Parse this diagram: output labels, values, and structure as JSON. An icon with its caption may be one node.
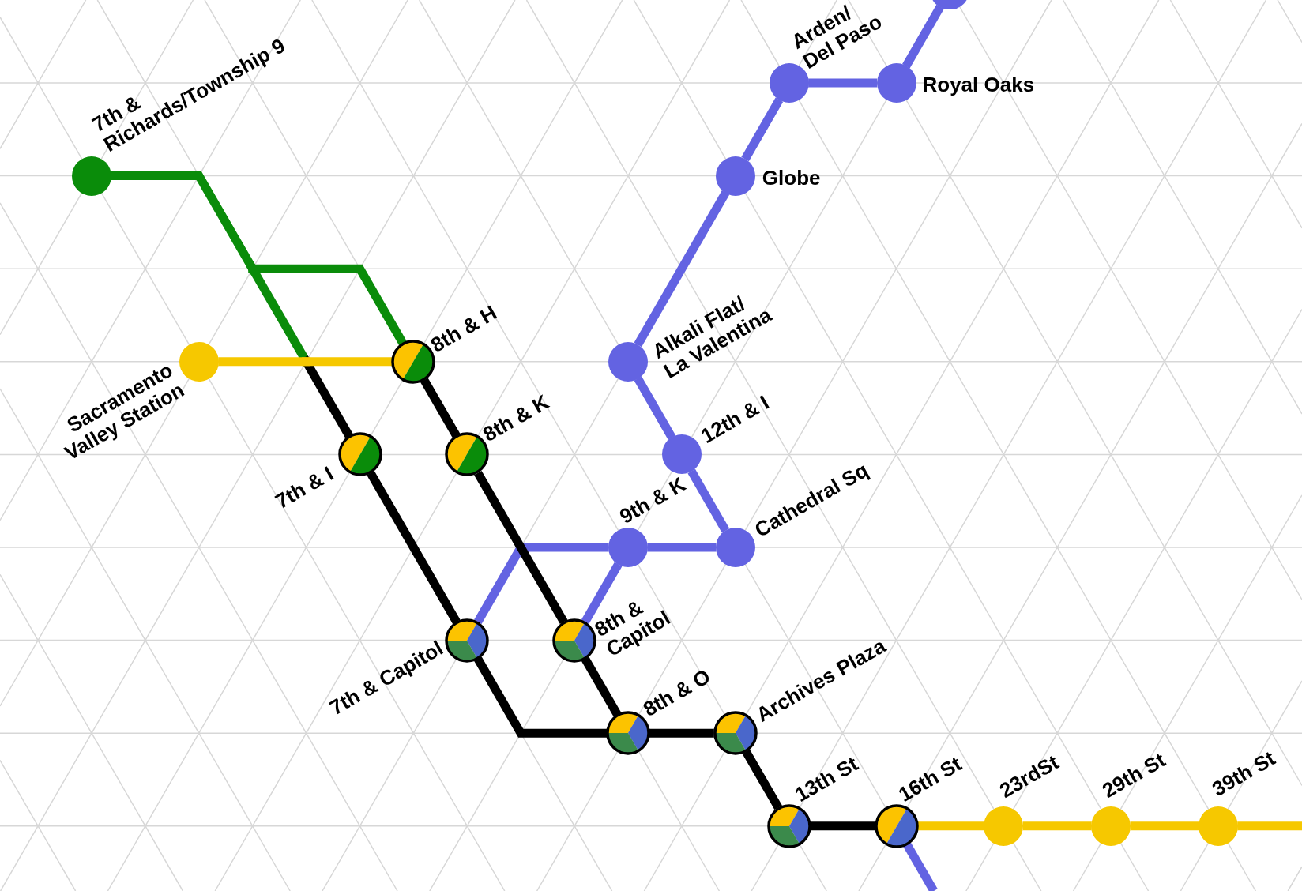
{
  "diagram": {
    "nodes": [
      {
        "text": [],
        "shape": "circle"
      },
      {
        "text": [],
        "shape": "circle",
        "beside": [
          "Arden/ Del Paso"
        ]
      },
      {
        "text": [],
        "shape": "circle",
        "beside": [
          "Royal Oaks"
        ]
      },
      {
        "text": [],
        "shape": "circle",
        "beside": [
          "7th & Richards/Township 9"
        ]
      },
      {
        "text": [],
        "shape": "circle",
        "beside": [
          "Globe"
        ]
      },
      {
        "text": [],
        "shape": "circle",
        "beside": [
          "Sacramento Valley Station"
        ]
      },
      {
        "text": [],
        "shape": "circle",
        "beside": [
          "8th & H"
        ]
      },
      {
        "text": [],
        "shape": "circle",
        "beside": [
          "Alkali Flat/ La Valentina"
        ]
      },
      {
        "text": [],
        "shape": "circle",
        "beside": [
          "7th & I"
        ]
      },
      {
        "text": [],
        "shape": "circle",
        "beside": [
          "8th & K"
        ]
      },
      {
        "text": [],
        "shape": "circle",
        "beside": [
          "12th & I"
        ]
      },
      {
        "text": [],
        "shape": "circle",
        "beside": [
          "9th & K"
        ]
      },
      {
        "text": [],
        "shape": "circle",
        "beside": [
          "Cathedral Sq"
        ]
      },
      {
        "text": [],
        "shape": "circle",
        "beside": [
          "7th & Capitol"
        ]
      },
      {
        "text": [],
        "shape": "circle",
        "beside": [
          "8th & Capitol"
        ]
      },
      {
        "text": [],
        "shape": "circle",
        "beside": [
          "8th & O"
        ]
      },
      {
        "text": [],
        "shape": "circle",
        "beside": [
          "Archives Plaza"
        ]
      },
      {
        "text": [],
        "shape": "circle",
        "beside": [
          "13th St"
        ]
      },
      {
        "text": [],
        "shape": "circle",
        "beside": [
          "16th St"
        ]
      },
      {
        "text": [],
        "shape": "circle",
        "beside": [
          "23rdSt"
        ]
      },
      {
        "text": [],
        "shape": "circle",
        "beside": [
          "29th St"
        ]
      },
      {
        "text": [],
        "shape": "circle",
        "beside": [
          "39th St"
        ]
      }
    ],
    "edges": [
      {
        "from": 0,
        "to": 2,
        "arrow": "none"
      },
      {
        "from": 2,
        "to": 1,
        "arrow": "none"
      },
      {
        "from": 1,
        "to": 4,
        "arrow": "none"
      },
      {
        "from": 4,
        "to": 7,
        "arrow": "none"
      },
      {
        "from": 7,
        "to": 10,
        "arrow": "none"
      },
      {
        "from": 10,
        "to": 12,
        "arrow": "none"
      },
      {
        "from": 12,
        "to": 11,
        "arrow": "none"
      },
      {
        "from": 11,
        "to": 13,
        "arrow": "none"
      },
      {
        "from": 11,
        "to": 14,
        "arrow": "none"
      },
      {
        "from": 3,
        "to": 6,
        "arrow": "none",
        "color": "#0a8c0a"
      },
      {
        "from": 3,
        "to": 8,
        "arrow": "none",
        "color": "#0a8c0a"
      },
      {
        "from": 5,
        "to": 6,
        "arrow": "none",
        "color": "#f6c800"
      },
      {
        "from": 5,
        "to": 8,
        "arrow": "none",
        "color": "#f6c800"
      },
      {
        "from": 6,
        "to": 9,
        "arrow": "none",
        "color": "#000000"
      },
      {
        "from": 9,
        "to": 14,
        "arrow": "none",
        "color": "#000000"
      },
      {
        "from": 14,
        "to": 15,
        "arrow": "none",
        "color": "#000000"
      },
      {
        "from": 8,
        "to": 13,
        "arrow": "none",
        "color": "#000000"
      },
      {
        "from": 13,
        "to": 15,
        "arrow": "none",
        "color": "#000000"
      },
      {
        "from": 15,
        "to": 16,
        "arrow": "none",
        "color": "#000000"
      },
      {
        "from": 16,
        "to": 17,
        "arrow": "none",
        "color": "#000000"
      },
      {
        "from": 17,
        "to": 18,
        "arrow": "none",
        "color": "#000000"
      },
      {
        "from": 18,
        "to": null,
        "arrow": "none"
      },
      {
        "from": 18,
        "to": 19,
        "arrow": "none",
        "color": "#f6c800"
      },
      {
        "from": 19,
        "to": 20,
        "arrow": "none",
        "color": "#f6c800"
      },
      {
        "from": 20,
        "to": 21,
        "arrow": "none",
        "color": "#f6c800"
      },
      {
        "from": 21,
        "to": null,
        "arrow": "none",
        "color": "#f6c800"
      }
    ]
  }
}
